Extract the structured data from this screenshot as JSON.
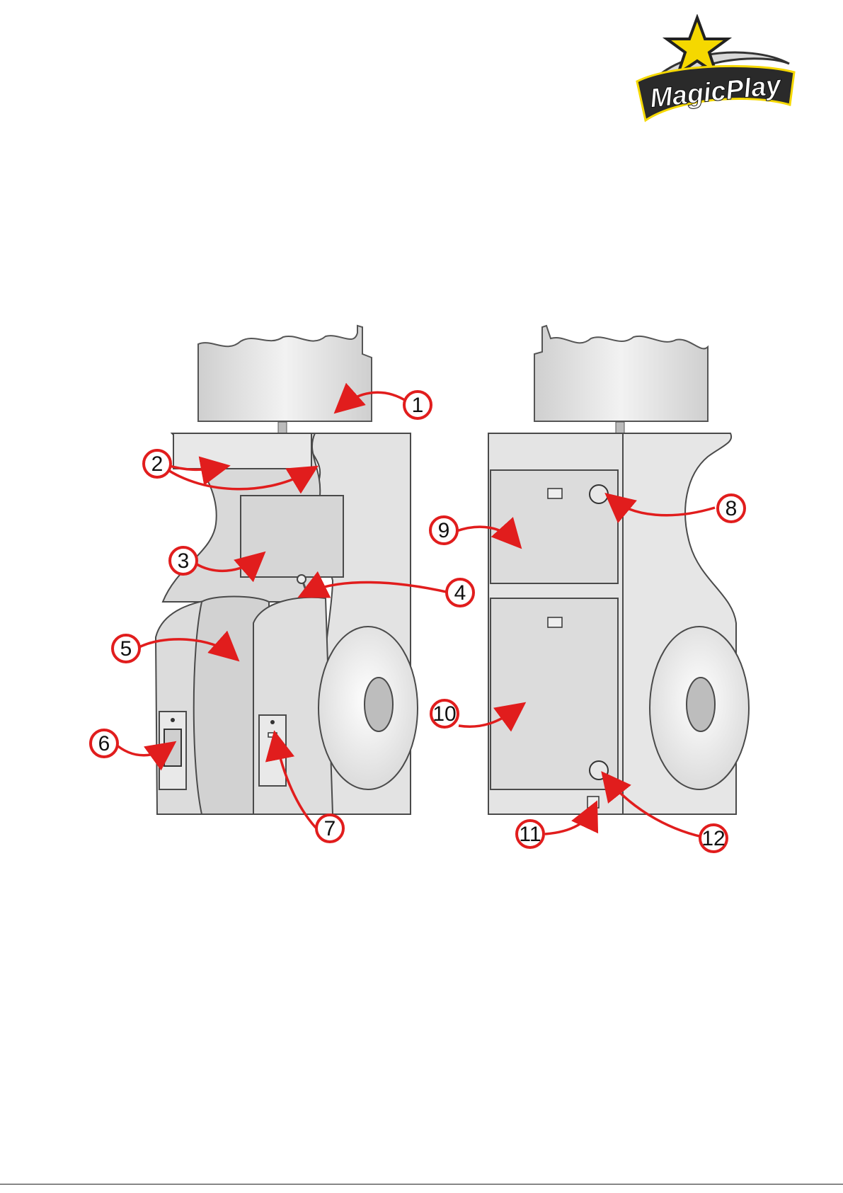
{
  "logo": {
    "text": "MagicPlay"
  },
  "callouts": [
    {
      "n": "1"
    },
    {
      "n": "2"
    },
    {
      "n": "3"
    },
    {
      "n": "4"
    },
    {
      "n": "5"
    },
    {
      "n": "6"
    },
    {
      "n": "7"
    },
    {
      "n": "8"
    },
    {
      "n": "9"
    },
    {
      "n": "10"
    },
    {
      "n": "11"
    },
    {
      "n": "12"
    }
  ],
  "colors": {
    "arrow": "#e11d1d",
    "body_fill": "#e3e3e3",
    "outline": "#4a4a4a",
    "logo_yellow": "#f5d800",
    "logo_dark": "#2a2a2a"
  }
}
